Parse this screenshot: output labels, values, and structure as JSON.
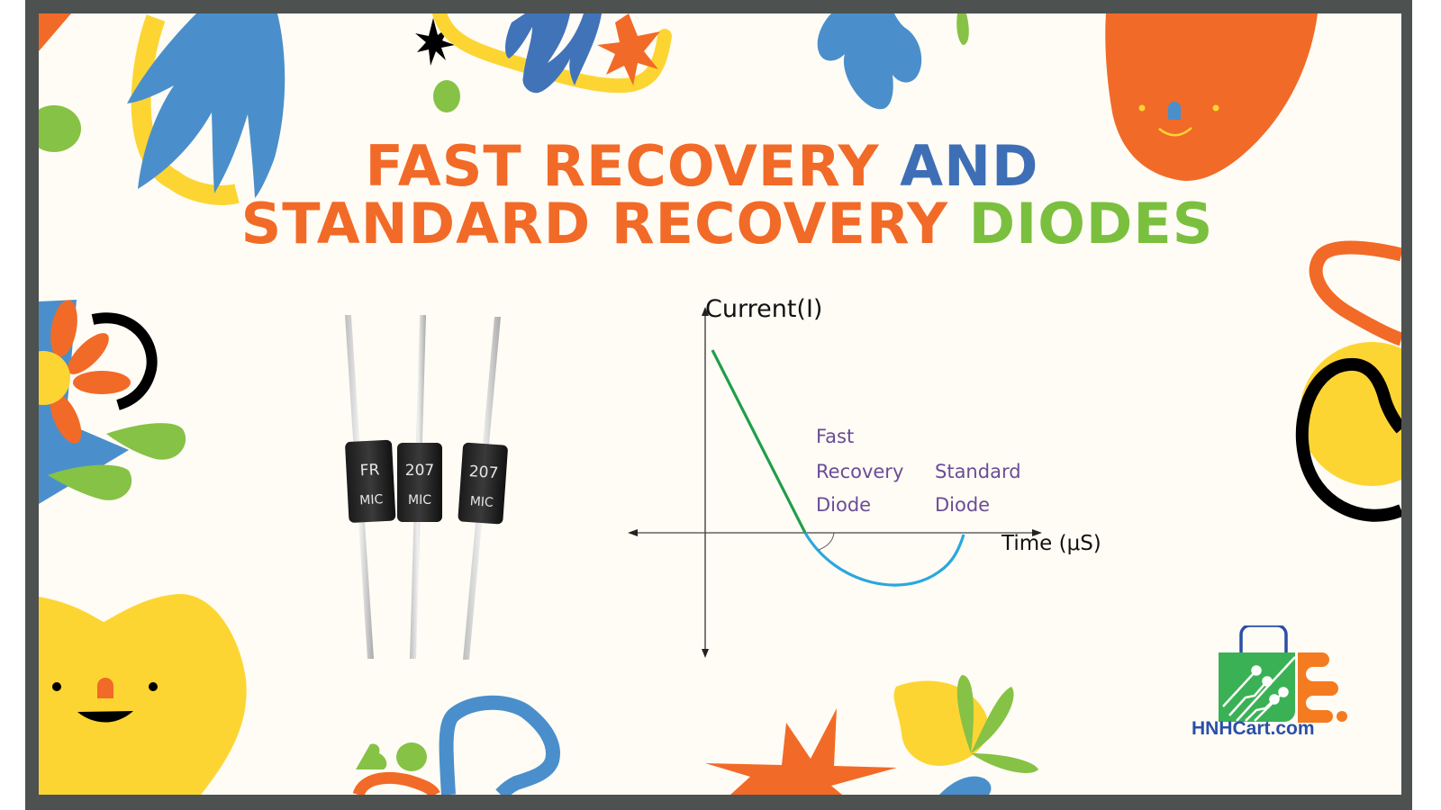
{
  "title": {
    "line1": [
      {
        "text": "FAST RECOVERY ",
        "color": "#f26a27"
      },
      {
        "text": "AND",
        "color": "#3e6fb6"
      }
    ],
    "line2": [
      {
        "text": "STANDARD RECOVERY ",
        "color": "#f26a27"
      },
      {
        "text": "DIODES",
        "color": "#7bbf3f"
      }
    ]
  },
  "diodes": [
    {
      "marking_top": "FR",
      "marking_bottom": "MIC"
    },
    {
      "marking_top": "207",
      "marking_bottom": "MIC"
    },
    {
      "marking_top": "207",
      "marking_bottom": "MIC"
    }
  ],
  "graph": {
    "y_axis_label": "Current(I)",
    "x_axis_label": "Time (μS)",
    "curve_labels": {
      "fast": [
        "Fast",
        "Recovery",
        "Diode"
      ],
      "standard": [
        "Standard",
        "Diode"
      ]
    },
    "colors": {
      "forward_segment": "#1f9e4a",
      "reverse_segment": "#2aa7de",
      "label": "#6b4c96"
    }
  },
  "logo": {
    "text": "HNHCart.com",
    "colors": {
      "bag": "#3bb155",
      "handle": "#2b4fa6",
      "e_mark": "#f47b20",
      "text": "#2b4fa6"
    }
  },
  "palette": {
    "frame": "#4d514f",
    "background": "#fffcf5",
    "orange": "#f26a27",
    "blue": "#4a8fcb",
    "dark_blue": "#4173b9",
    "yellow": "#fdd533",
    "green": "#86c245",
    "black": "#000000"
  }
}
